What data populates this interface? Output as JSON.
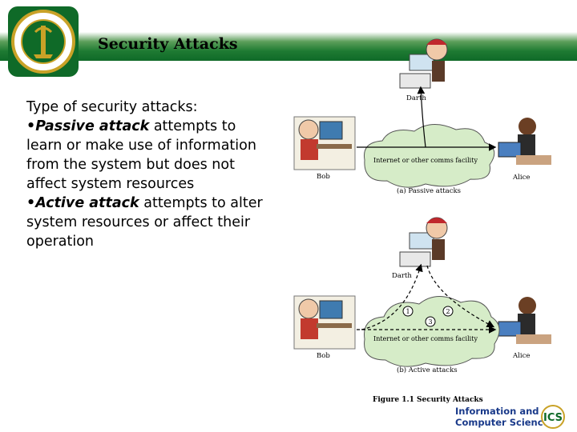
{
  "slide": {
    "title": "Security Attacks",
    "intro": "Type of security attacks:",
    "bullets": [
      {
        "marker": "•",
        "term": "Passive attack",
        "rest": " attempts to learn or make use of information from the system but does not affect system resources"
      },
      {
        "marker": "•",
        "term": "Active attack",
        "rest": " attempts to alter system resources or affect their operation"
      }
    ]
  },
  "figure": {
    "passive": {
      "attacker": "Darth",
      "sender": "Bob",
      "receiver": "Alice",
      "cloud": "Internet or other comms facility",
      "caption": "(a) Passive attacks"
    },
    "active": {
      "attacker": "Darth",
      "sender": "Bob",
      "receiver": "Alice",
      "cloud": "Internet or other comms facility",
      "markers": [
        "1",
        "2",
        "3"
      ],
      "caption": "(b) Active attacks"
    },
    "caption": "Figure 1.1 Security Attacks"
  },
  "footer": {
    "line1": "Information and",
    "line2": "Computer Science",
    "mark": "ICS"
  },
  "colors": {
    "header_green": "#0f6a28",
    "logo_gold": "#c9a227",
    "cloud_green": "#d6ecc8"
  }
}
